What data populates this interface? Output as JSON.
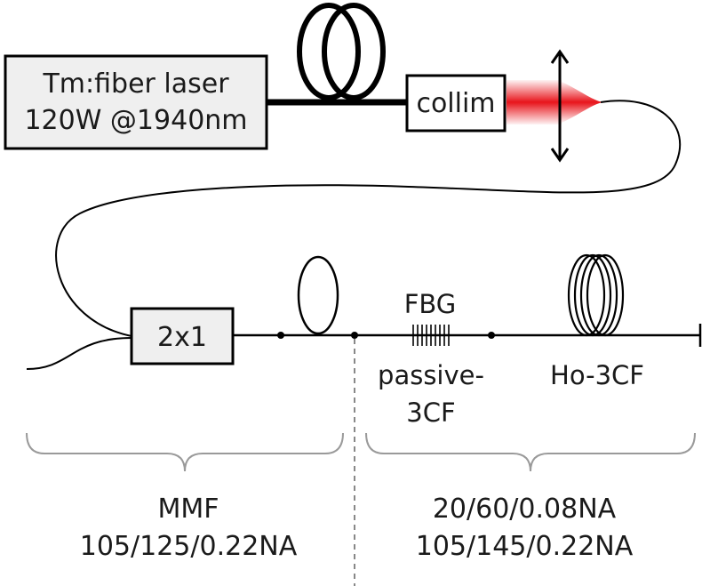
{
  "laser": {
    "line1": "Tm:fiber laser",
    "line2": "120W @1940nm"
  },
  "collimator": {
    "label": "collim"
  },
  "combiner": {
    "label": "2x1"
  },
  "fbg": {
    "label": "FBG"
  },
  "passive_fiber": {
    "line1": "passive-",
    "line2": "3CF"
  },
  "gain_fiber": {
    "label": "Ho-3CF"
  },
  "mmf_spec": {
    "line1": "MMF",
    "line2": "105/125/0.22NA"
  },
  "threecf_spec": {
    "line1": "20/60/0.08NA",
    "line2": "105/145/0.22NA"
  },
  "colors": {
    "beam": "#e8141b",
    "line": "#000000",
    "box_fill": "#efefef",
    "brace": "#9a9a9a"
  }
}
